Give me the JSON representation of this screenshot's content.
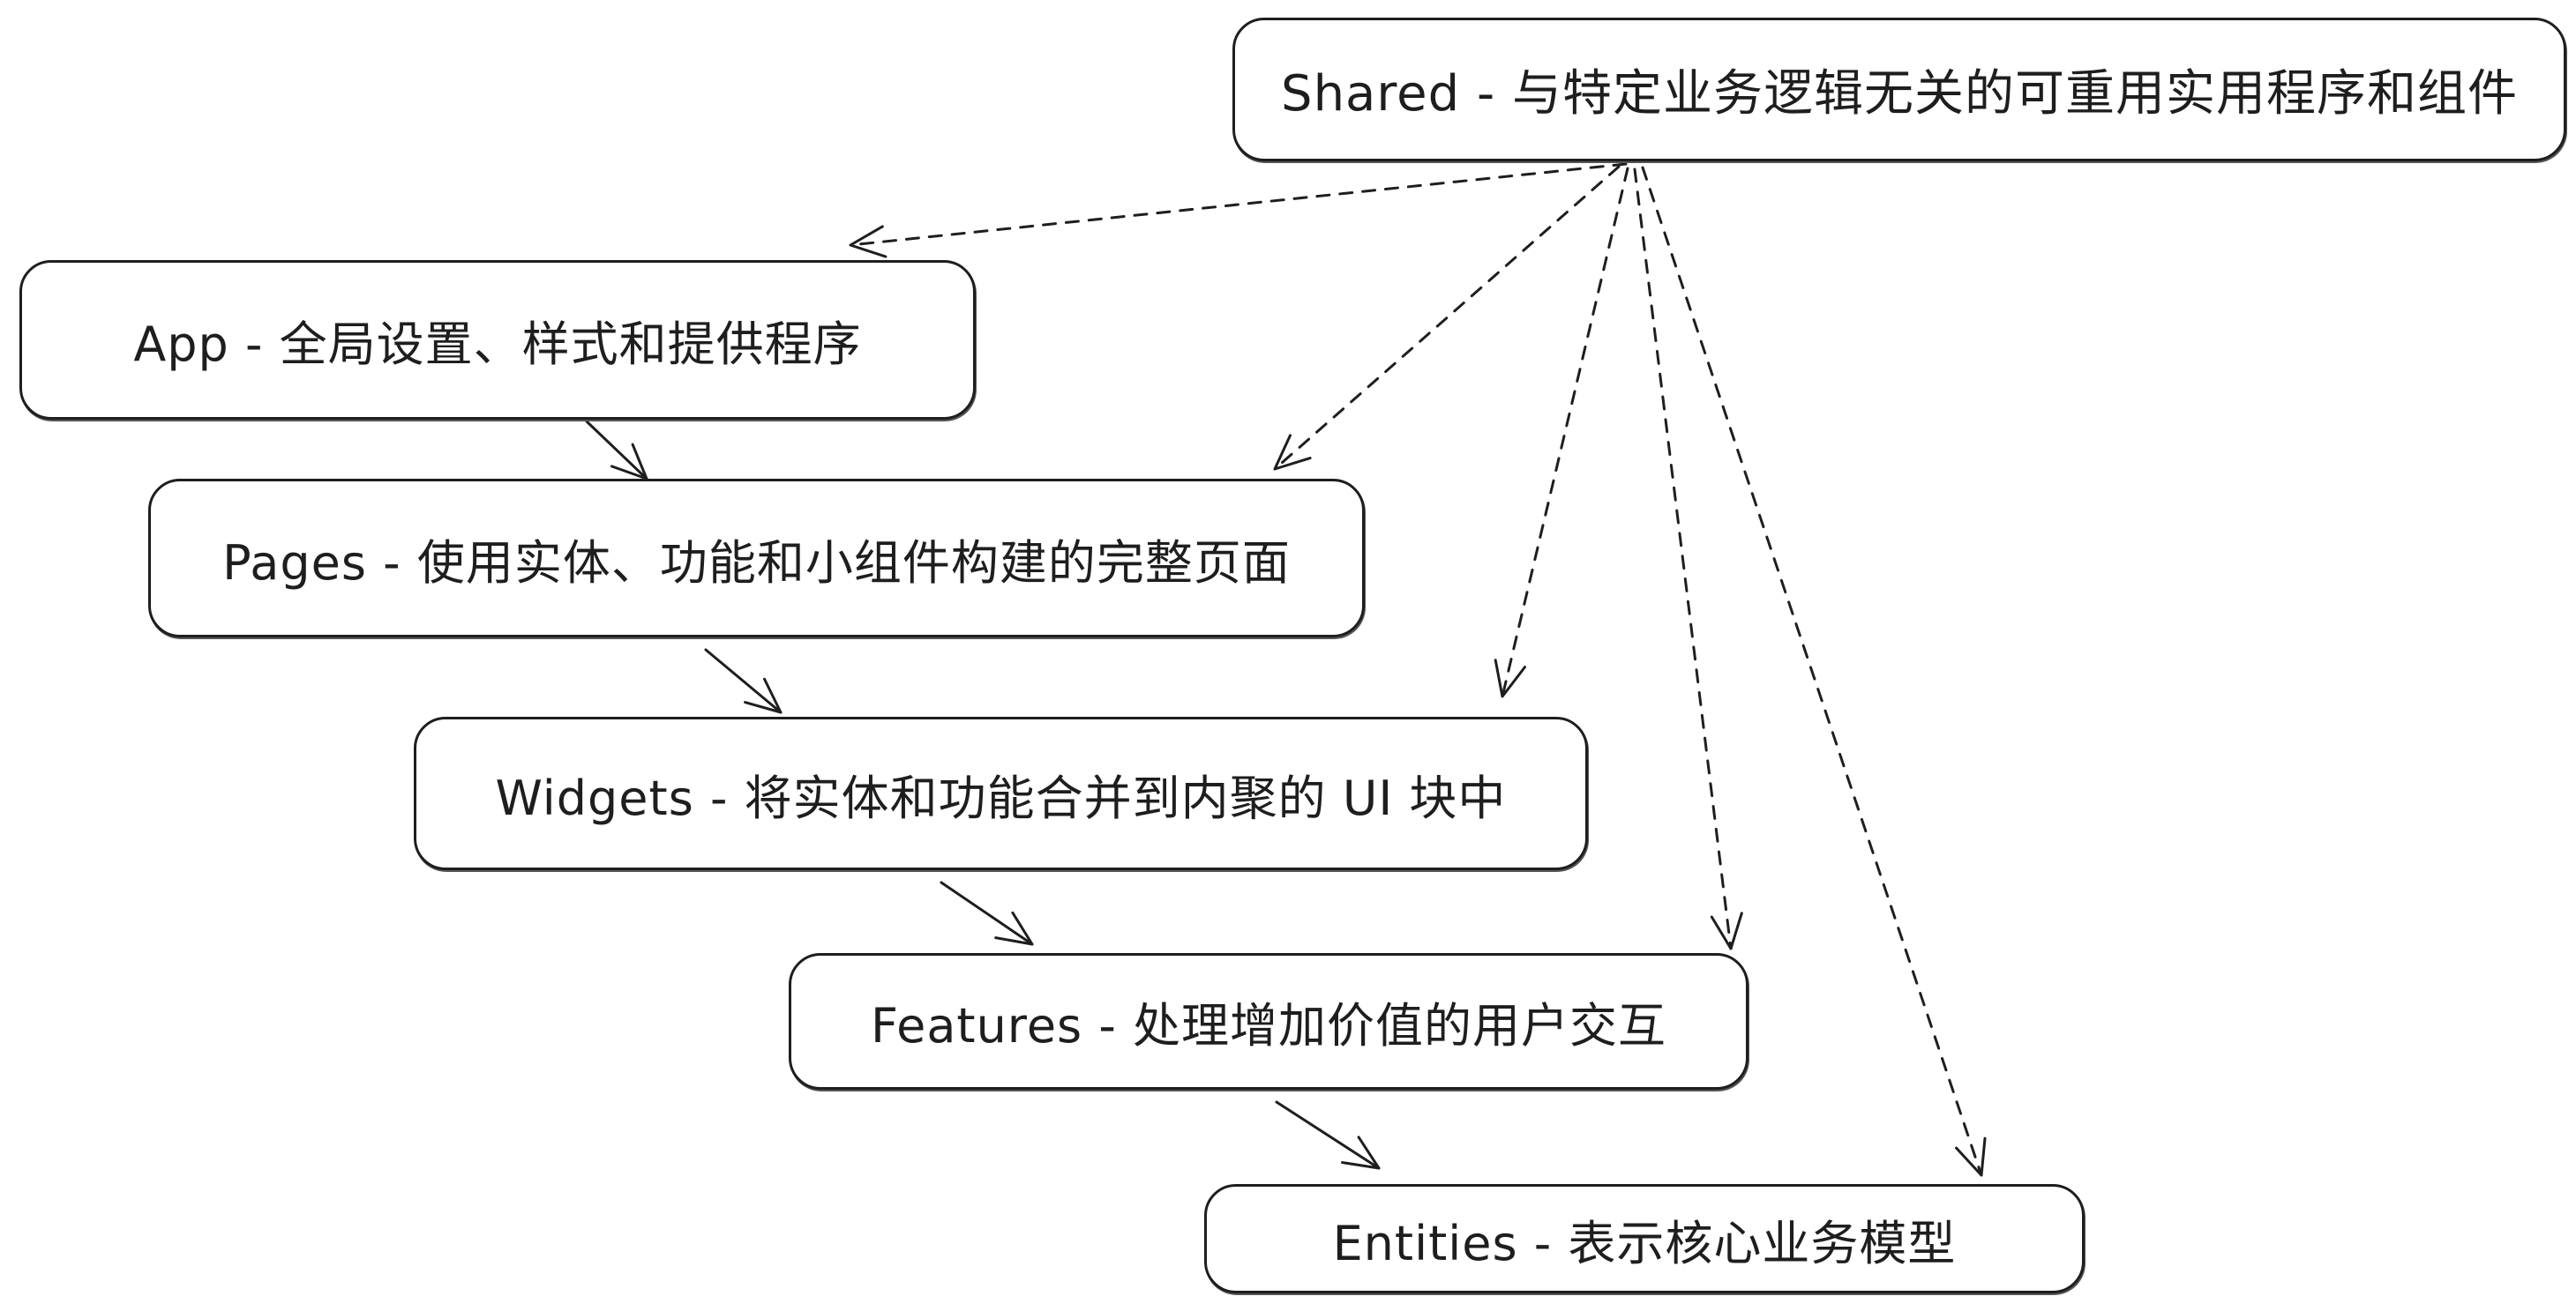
{
  "diagram": {
    "title": "",
    "nodes": [
      {
        "id": "shared",
        "label": "Shared - 与特定业务逻辑无关的可重用实用程序和组件"
      },
      {
        "id": "app",
        "label": "App - 全局设置、样式和提供程序"
      },
      {
        "id": "pages",
        "label": "Pages - 使用实体、功能和小组件构建的完整页面"
      },
      {
        "id": "widgets",
        "label": "Widgets - 将实体和功能合并到内聚的 UI 块中"
      },
      {
        "id": "features",
        "label": "Features - 处理增加价值的用户交互"
      },
      {
        "id": "entities",
        "label": "Entities - 表示核心业务模型"
      }
    ],
    "edges": [
      {
        "from": "app",
        "to": "pages",
        "style": "solid"
      },
      {
        "from": "pages",
        "to": "widgets",
        "style": "solid"
      },
      {
        "from": "widgets",
        "to": "features",
        "style": "solid"
      },
      {
        "from": "features",
        "to": "entities",
        "style": "solid"
      },
      {
        "from": "shared",
        "to": "app",
        "style": "dashed"
      },
      {
        "from": "shared",
        "to": "pages",
        "style": "dashed"
      },
      {
        "from": "shared",
        "to": "widgets",
        "style": "dashed"
      },
      {
        "from": "shared",
        "to": "features",
        "style": "dashed"
      },
      {
        "from": "shared",
        "to": "entities",
        "style": "dashed"
      }
    ],
    "colors": {
      "stroke": "#1e1e1e",
      "background": "#ffffff"
    }
  }
}
